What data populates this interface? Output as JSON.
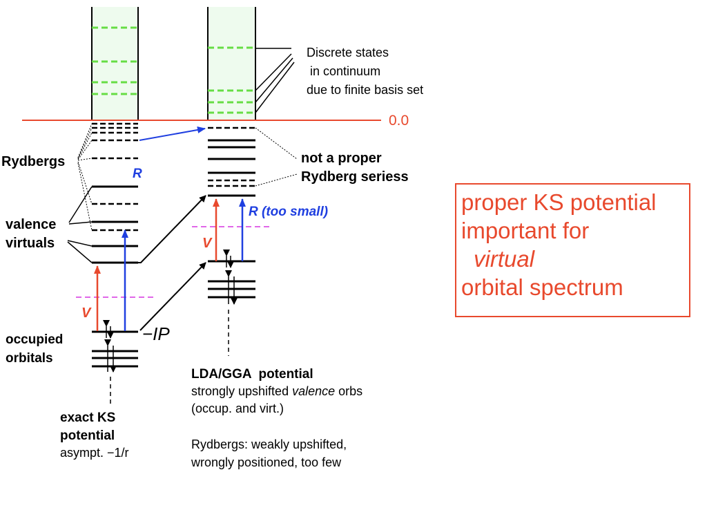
{
  "colors": {
    "continuum_fill": "#eefbee",
    "continuum_level": "#66dd44",
    "zero_line": "#e8492d",
    "red": "#e8492d",
    "blue": "#1f3fe0",
    "magenta": "#e066e8",
    "black": "#000000"
  },
  "zero_label": "0.0",
  "discrete_label": [
    "Discrete states",
    " in continuum",
    "due to finite basis set"
  ],
  "rydbergs_label": "Rydbergs",
  "valence_label": [
    "valence",
    "virtuals"
  ],
  "occupied_label": [
    "occupied",
    "orbitals"
  ],
  "ip_label": "−IP",
  "v_label": "V",
  "r_label": "R",
  "r_too_small_label": "R (too small)",
  "not_proper_label": [
    "not a proper",
    "Rydberg seriess"
  ],
  "exact_title": [
    "exact KS",
    "potential"
  ],
  "exact_sub": "asympt. −1/r",
  "lda_title": "LDA/GGA  potential",
  "lda_line1_pre": "strongly upshifted ",
  "lda_line1_ital": "valence",
  "lda_line1_post": " orbs",
  "lda_line2": "(occup. and virt.)",
  "lda_ryd": [
    "Rydbergs: weakly upshifted,",
    "wrongly positioned, too few"
  ],
  "box_lines": [
    "proper KS potential",
    "important for"
  ],
  "box_ital": "virtual",
  "box_last": "orbital spectrum"
}
